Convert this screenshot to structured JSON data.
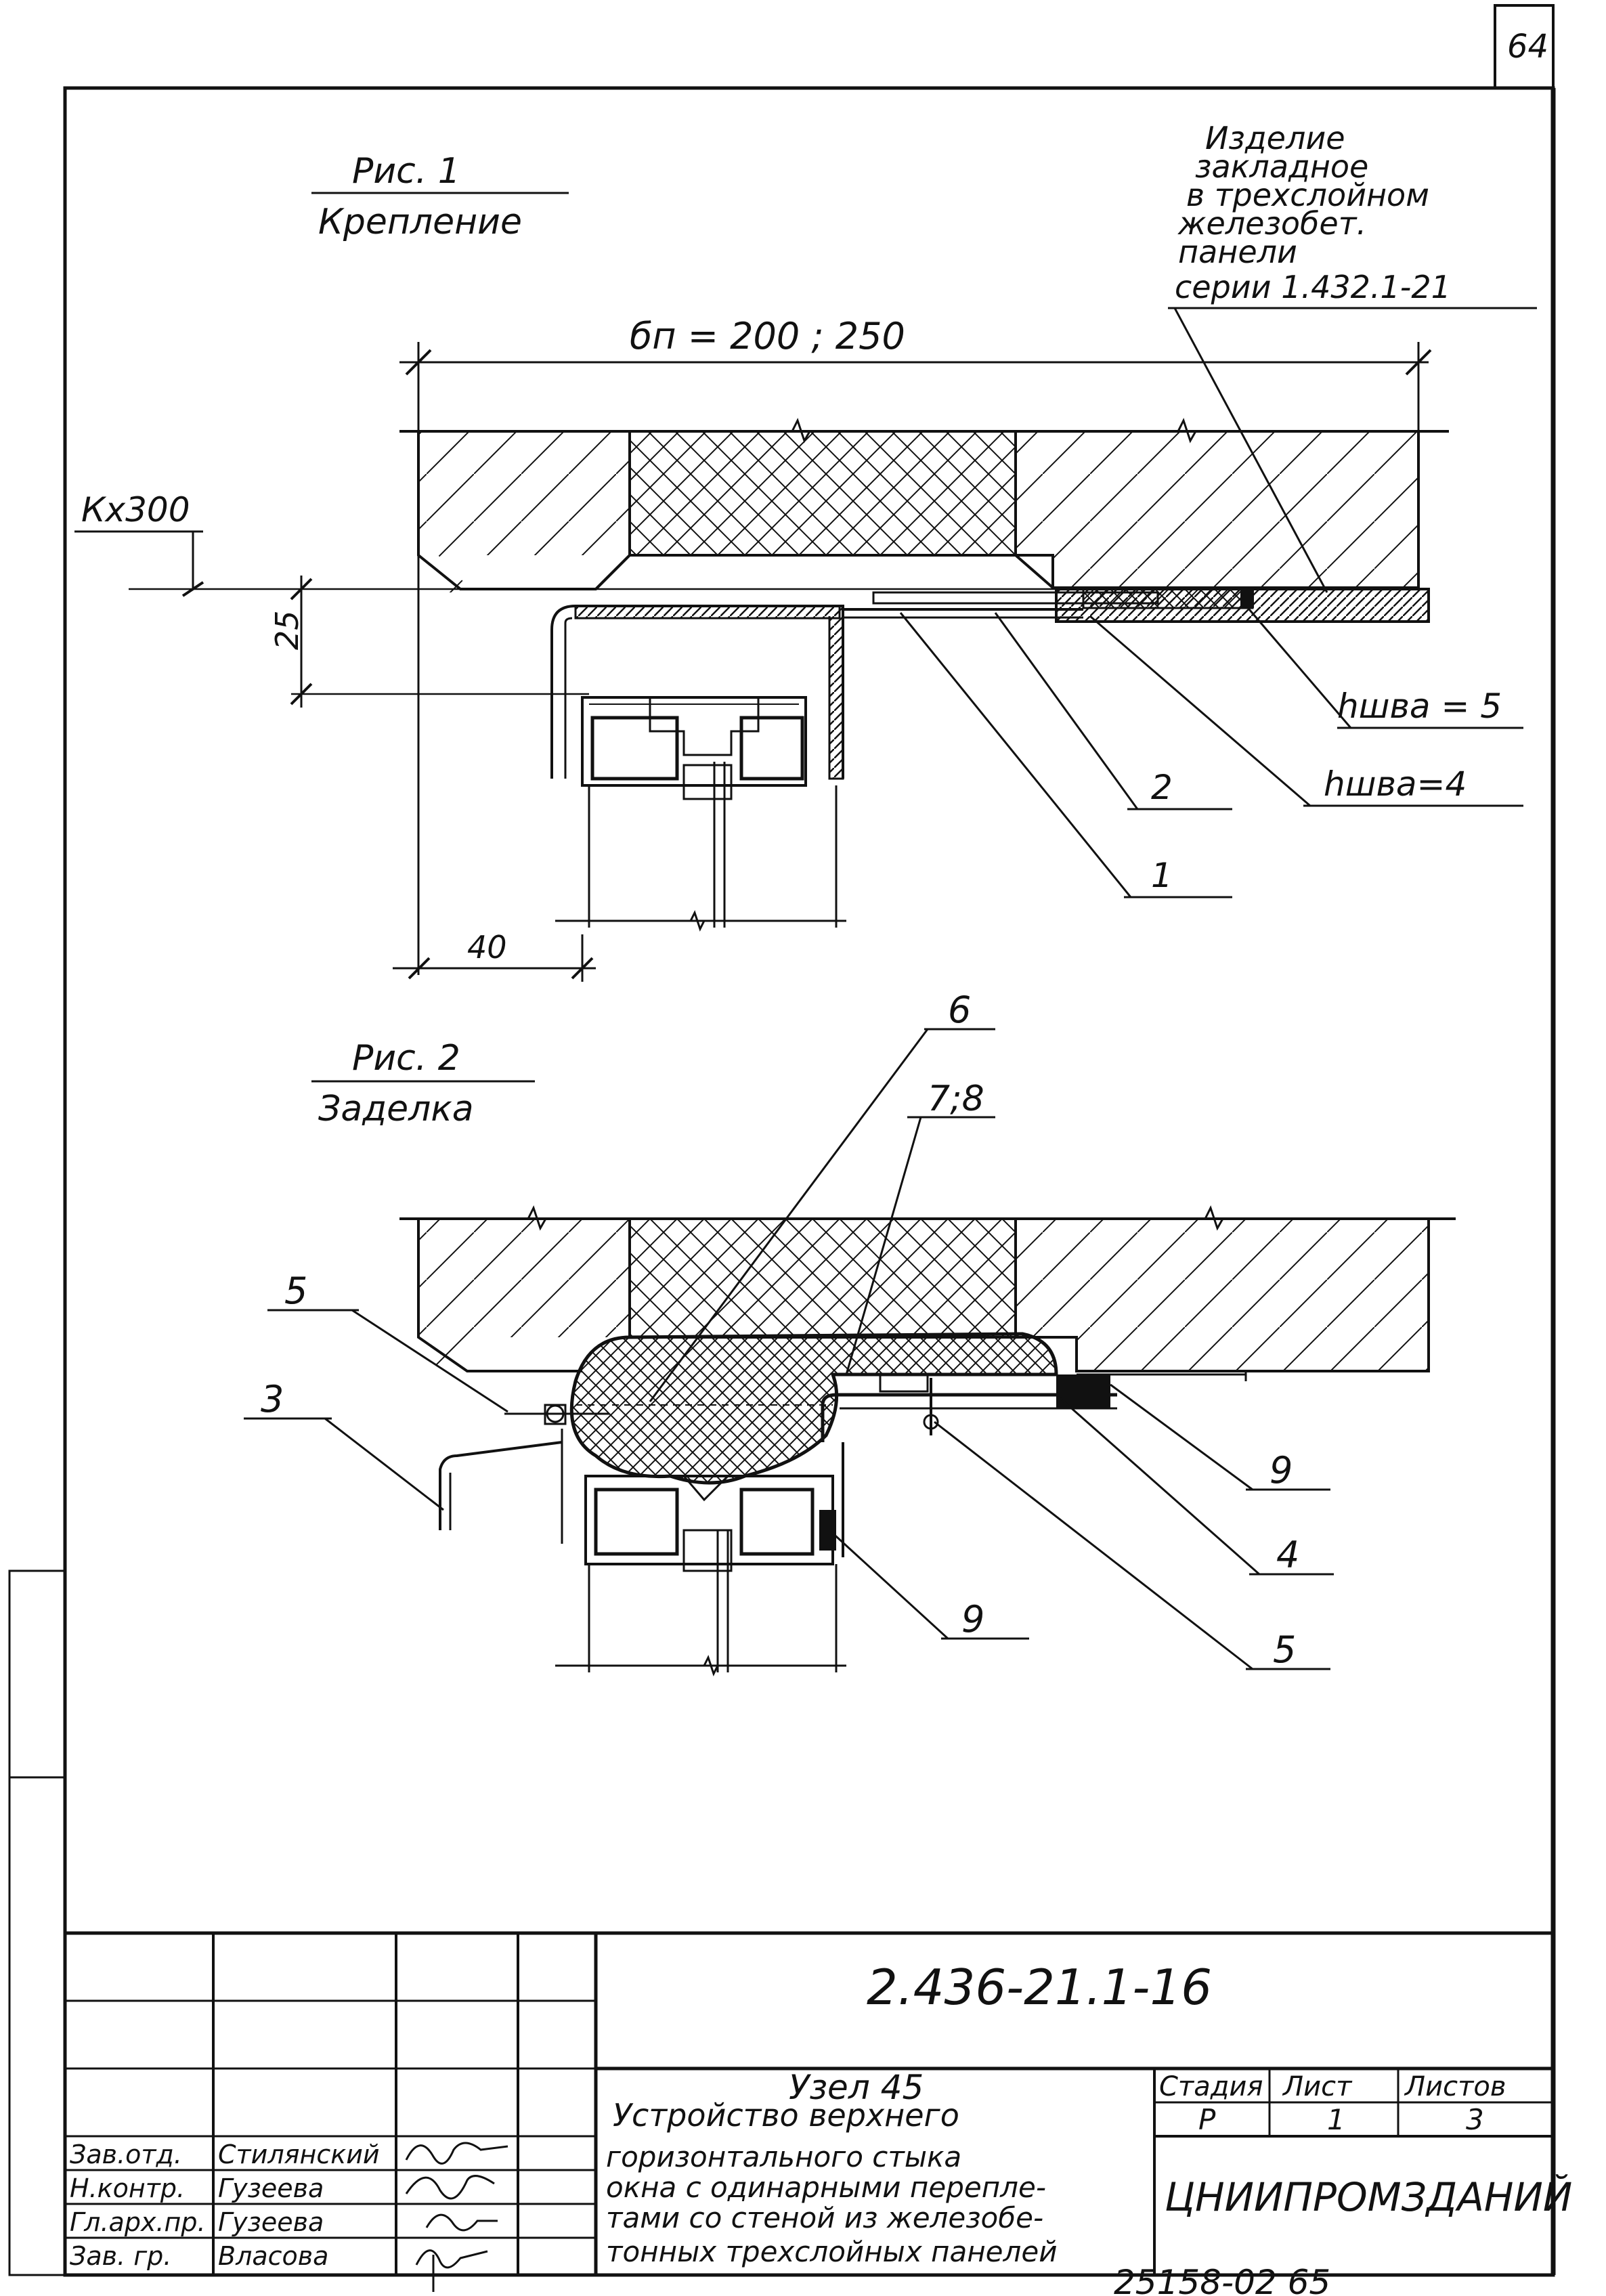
{
  "sheet_number": "64",
  "fig1": {
    "title": "Рис. 1",
    "subtitle": "Крепление",
    "note_lines": [
      "Изделие",
      "закладное",
      "в трехслойном",
      "железобет.",
      "панели",
      "серии 1.432.1-21"
    ],
    "dim_width": "бп = 200 ; 250",
    "dim_kx": "Кх300",
    "dim_25": "25",
    "dim_40": "40",
    "label_hshva5": "hшва = 5",
    "label_hshva4": "hшва=4",
    "callout_2": "2",
    "callout_1": "1"
  },
  "fig2": {
    "title": "Рис. 2",
    "subtitle": "Заделка",
    "callout_6": "6",
    "callout_78": "7;8",
    "callout_5_left": "5",
    "callout_3": "3",
    "callout_9_right": "9",
    "callout_4": "4",
    "callout_5_right": "5",
    "callout_9_bottom": "9"
  },
  "title_block": {
    "doc_code": "2.436-21.1-16",
    "node_title": "Узел 45",
    "description_lines": [
      "Устройство верхнего",
      "горизонтального стыка",
      "окна с одинарными перепле-",
      "тами со стеной из железобе-",
      "тонных трехслойных панелей"
    ],
    "col_stage": "Стадия",
    "col_sheet": "Лист",
    "col_sheets": "Листов",
    "stage_value": "Р",
    "sheet_value": "1",
    "sheets_value": "3",
    "organization": "ЦНИИПРОМЗДАНИЙ",
    "roles": [
      {
        "role": "Зав.отд.",
        "name": "Стилянский"
      },
      {
        "role": "Н.контр.",
        "name": "Гузеева"
      },
      {
        "role": "Гл.арх.пр.",
        "name": "Гузеева"
      },
      {
        "role": "Зав. гр.",
        "name": "Власова"
      }
    ]
  },
  "footer_code": "25158-02   65"
}
